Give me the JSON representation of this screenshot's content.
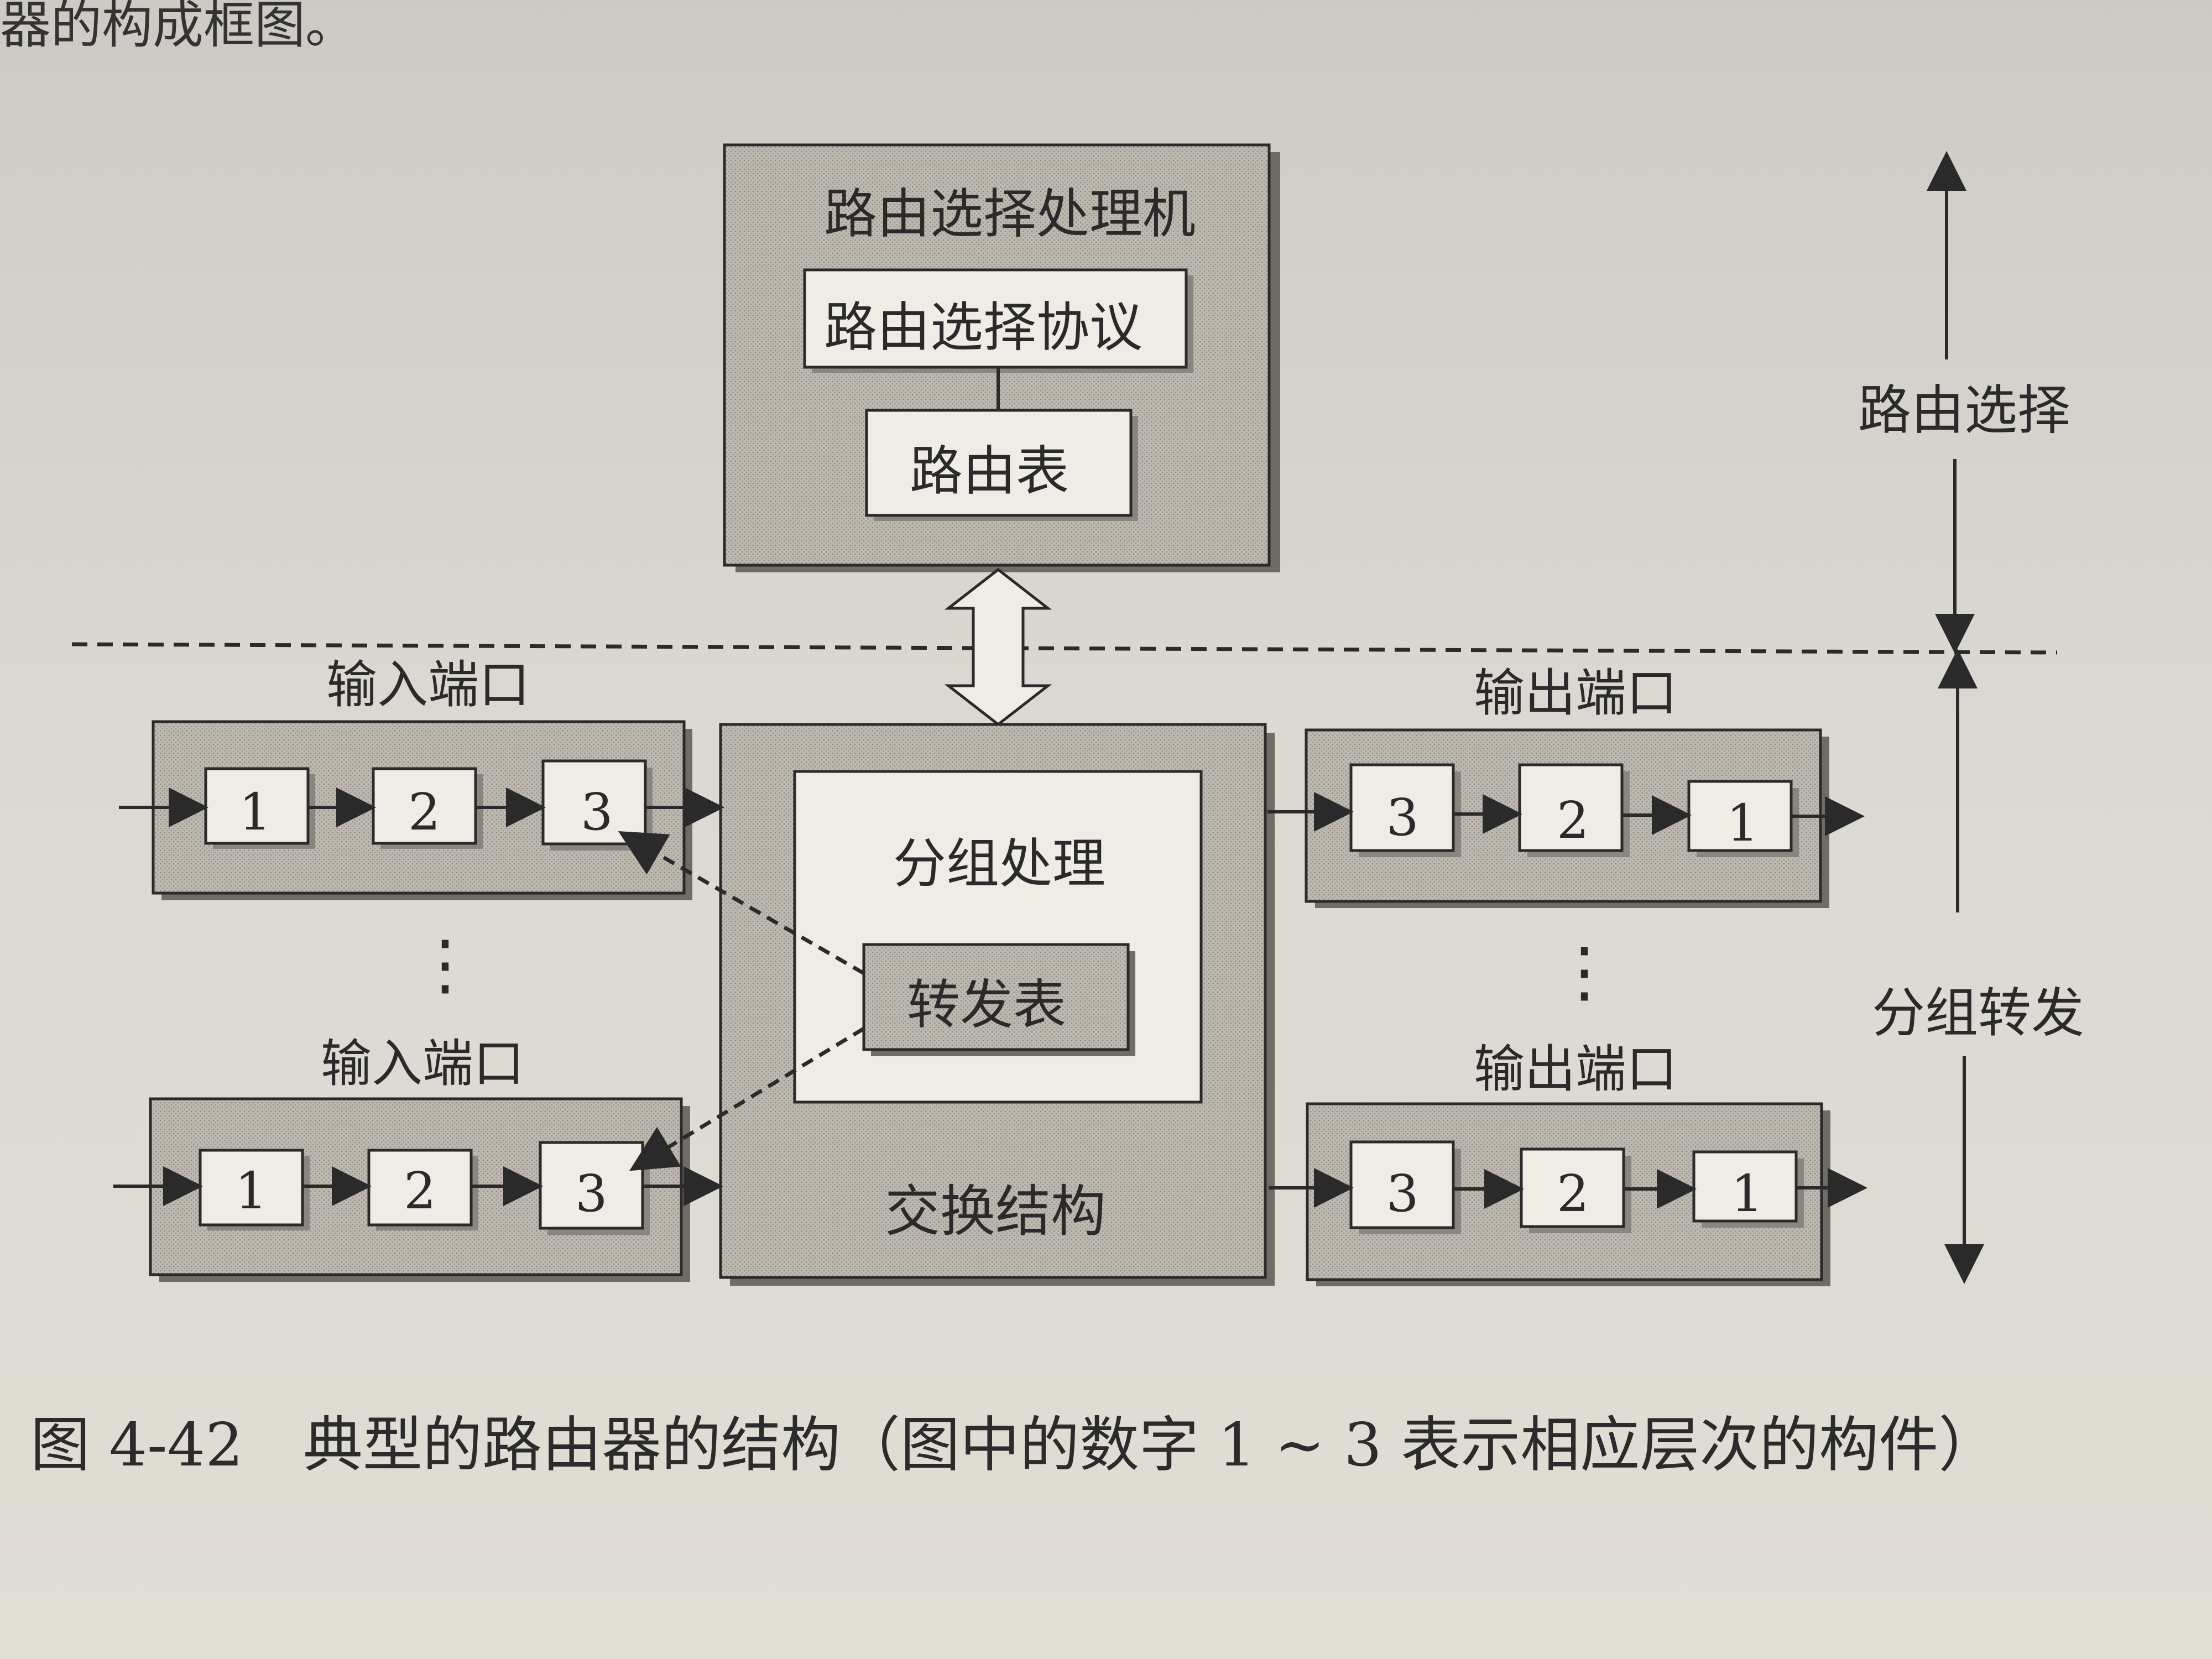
{
  "page": {
    "top_text_fragment": "器的构成框图。",
    "caption": "图 4-42　典型的路由器的结构（图中的数字 1 ~ 3 表示相应层次的构件）"
  },
  "diagram": {
    "routing_processor": {
      "title": "路由选择处理机",
      "protocol": "路由选择协议",
      "table": "路由表"
    },
    "switch_fabric": {
      "title": "交换结构",
      "packet_processing": "分组处理",
      "forwarding_table": "转发表"
    },
    "input_port_label_top": "输入端口",
    "input_port_label_bottom": "输入端口",
    "output_port_label_top": "输出端口",
    "output_port_label_bottom": "输出端口",
    "input_layers": [
      "1",
      "2",
      "3"
    ],
    "output_layers": [
      "3",
      "2",
      "1"
    ],
    "ellipsis": "⋮",
    "side_label_routing": "路由选择",
    "side_label_forwarding": "分组转发"
  },
  "colors": {
    "ink": "#2a2a2a",
    "box_fill": "#bdb8b0",
    "inner_fill": "#efece6"
  }
}
